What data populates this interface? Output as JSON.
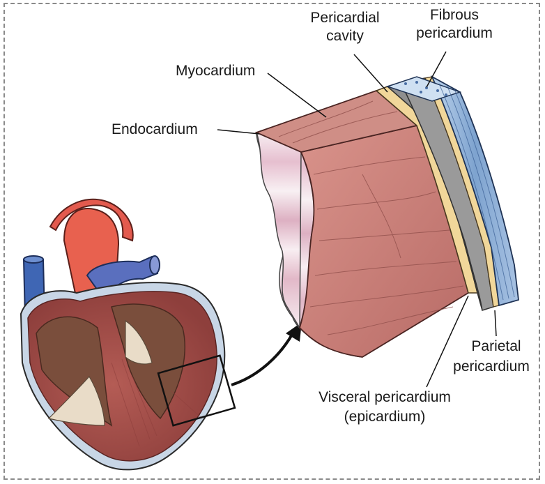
{
  "diagram": {
    "labels": {
      "pericardial_cavity_line1": "Pericardial",
      "pericardial_cavity_line2": "cavity",
      "fibrous_line1": "Fibrous",
      "fibrous_line2": "pericardium",
      "myocardium": "Myocardium",
      "endocardium": "Endocardium",
      "parietal_line1": "Parietal",
      "parietal_line2": "pericardium",
      "visceral_line1": "Visceral pericardium",
      "visceral_line2": "(epicardium)"
    },
    "colors": {
      "muscle": "#c97f78",
      "muscle_dark": "#a85a55",
      "epicardium": "#f1d79a",
      "cavity": "#8f8f8f",
      "fibrous": "#8fb0d6",
      "aorta": "#e2574c",
      "vein": "#3f66b4",
      "frame": "#8a8a8a"
    }
  }
}
